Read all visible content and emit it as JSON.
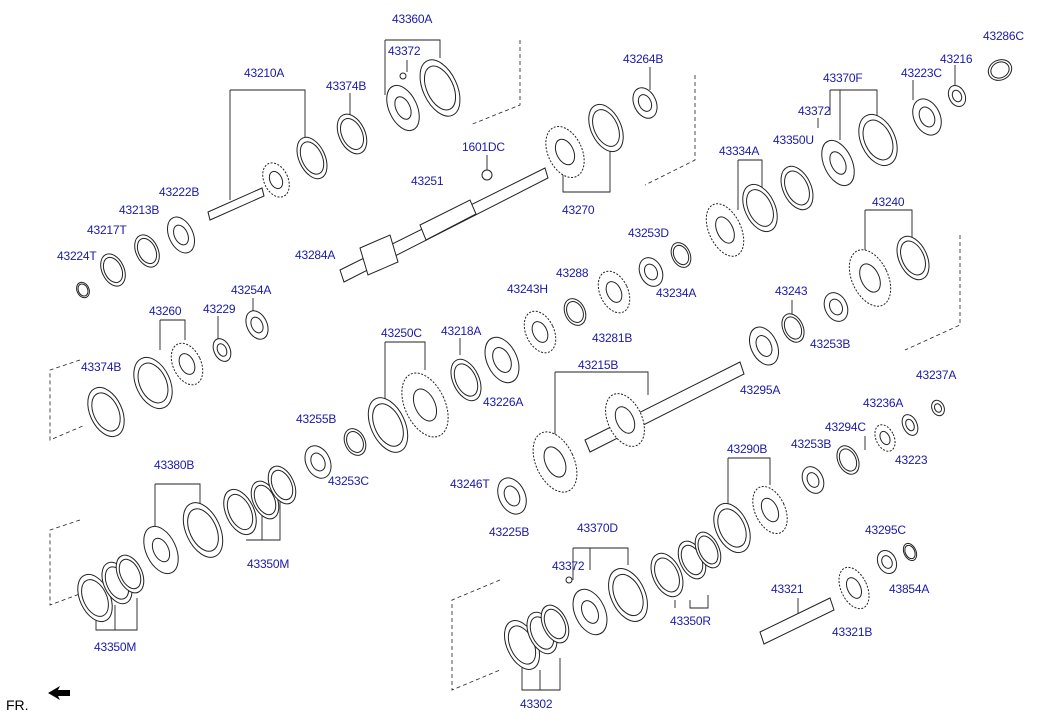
{
  "labels": {
    "l43360A": "43360A",
    "l43372a": "43372",
    "l43374B": "43374B",
    "l43210A": "43210A",
    "l43264B": "43264B",
    "l1601DC": "1601DC",
    "l43251": "43251",
    "l43270": "43270",
    "l43222B": "43222B",
    "l43213B": "43213B",
    "l43217T": "43217T",
    "l43224T": "43224T",
    "l43284A": "43284A",
    "l43286C": "43286C",
    "l43216": "43216",
    "l43223C": "43223C",
    "l43370F": "43370F",
    "l43372b": "43372",
    "l43350U": "43350U",
    "l43334A": "43334A",
    "l43253D": "43253D",
    "l43288": "43288",
    "l43234A": "43234A",
    "l43243H": "43243H",
    "l43281B": "43281B",
    "l43240": "43240",
    "l43243": "43243",
    "l43253B": "43253B",
    "l43260": "43260",
    "l43229": "43229",
    "l43254A": "43254A",
    "l43374Bb": "43374B",
    "l43250C": "43250C",
    "l43218A": "43218A",
    "l43226A": "43226A",
    "l43215B": "43215B",
    "l43295A": "43295A",
    "l43237A": "43237A",
    "l43236A": "43236A",
    "l43294C": "43294C",
    "l43223": "43223",
    "l43255B": "43255B",
    "l43253C": "43253C",
    "l43380B": "43380B",
    "l43246T": "43246T",
    "l43225B": "43225B",
    "l43290B": "43290B",
    "l43253Bb": "43253B",
    "l43350M": "43350M",
    "l43350Mb": "43350M",
    "l43370D": "43370D",
    "l43372c": "43372",
    "l43295C": "43295C",
    "l43854A": "43854A",
    "l43321": "43321",
    "l43350R": "43350R",
    "l43321B": "43321B",
    "l43302": "43302"
  },
  "direction_marker": "FR.",
  "colors": {
    "label": "#1a1aa8",
    "line": "#222222"
  }
}
